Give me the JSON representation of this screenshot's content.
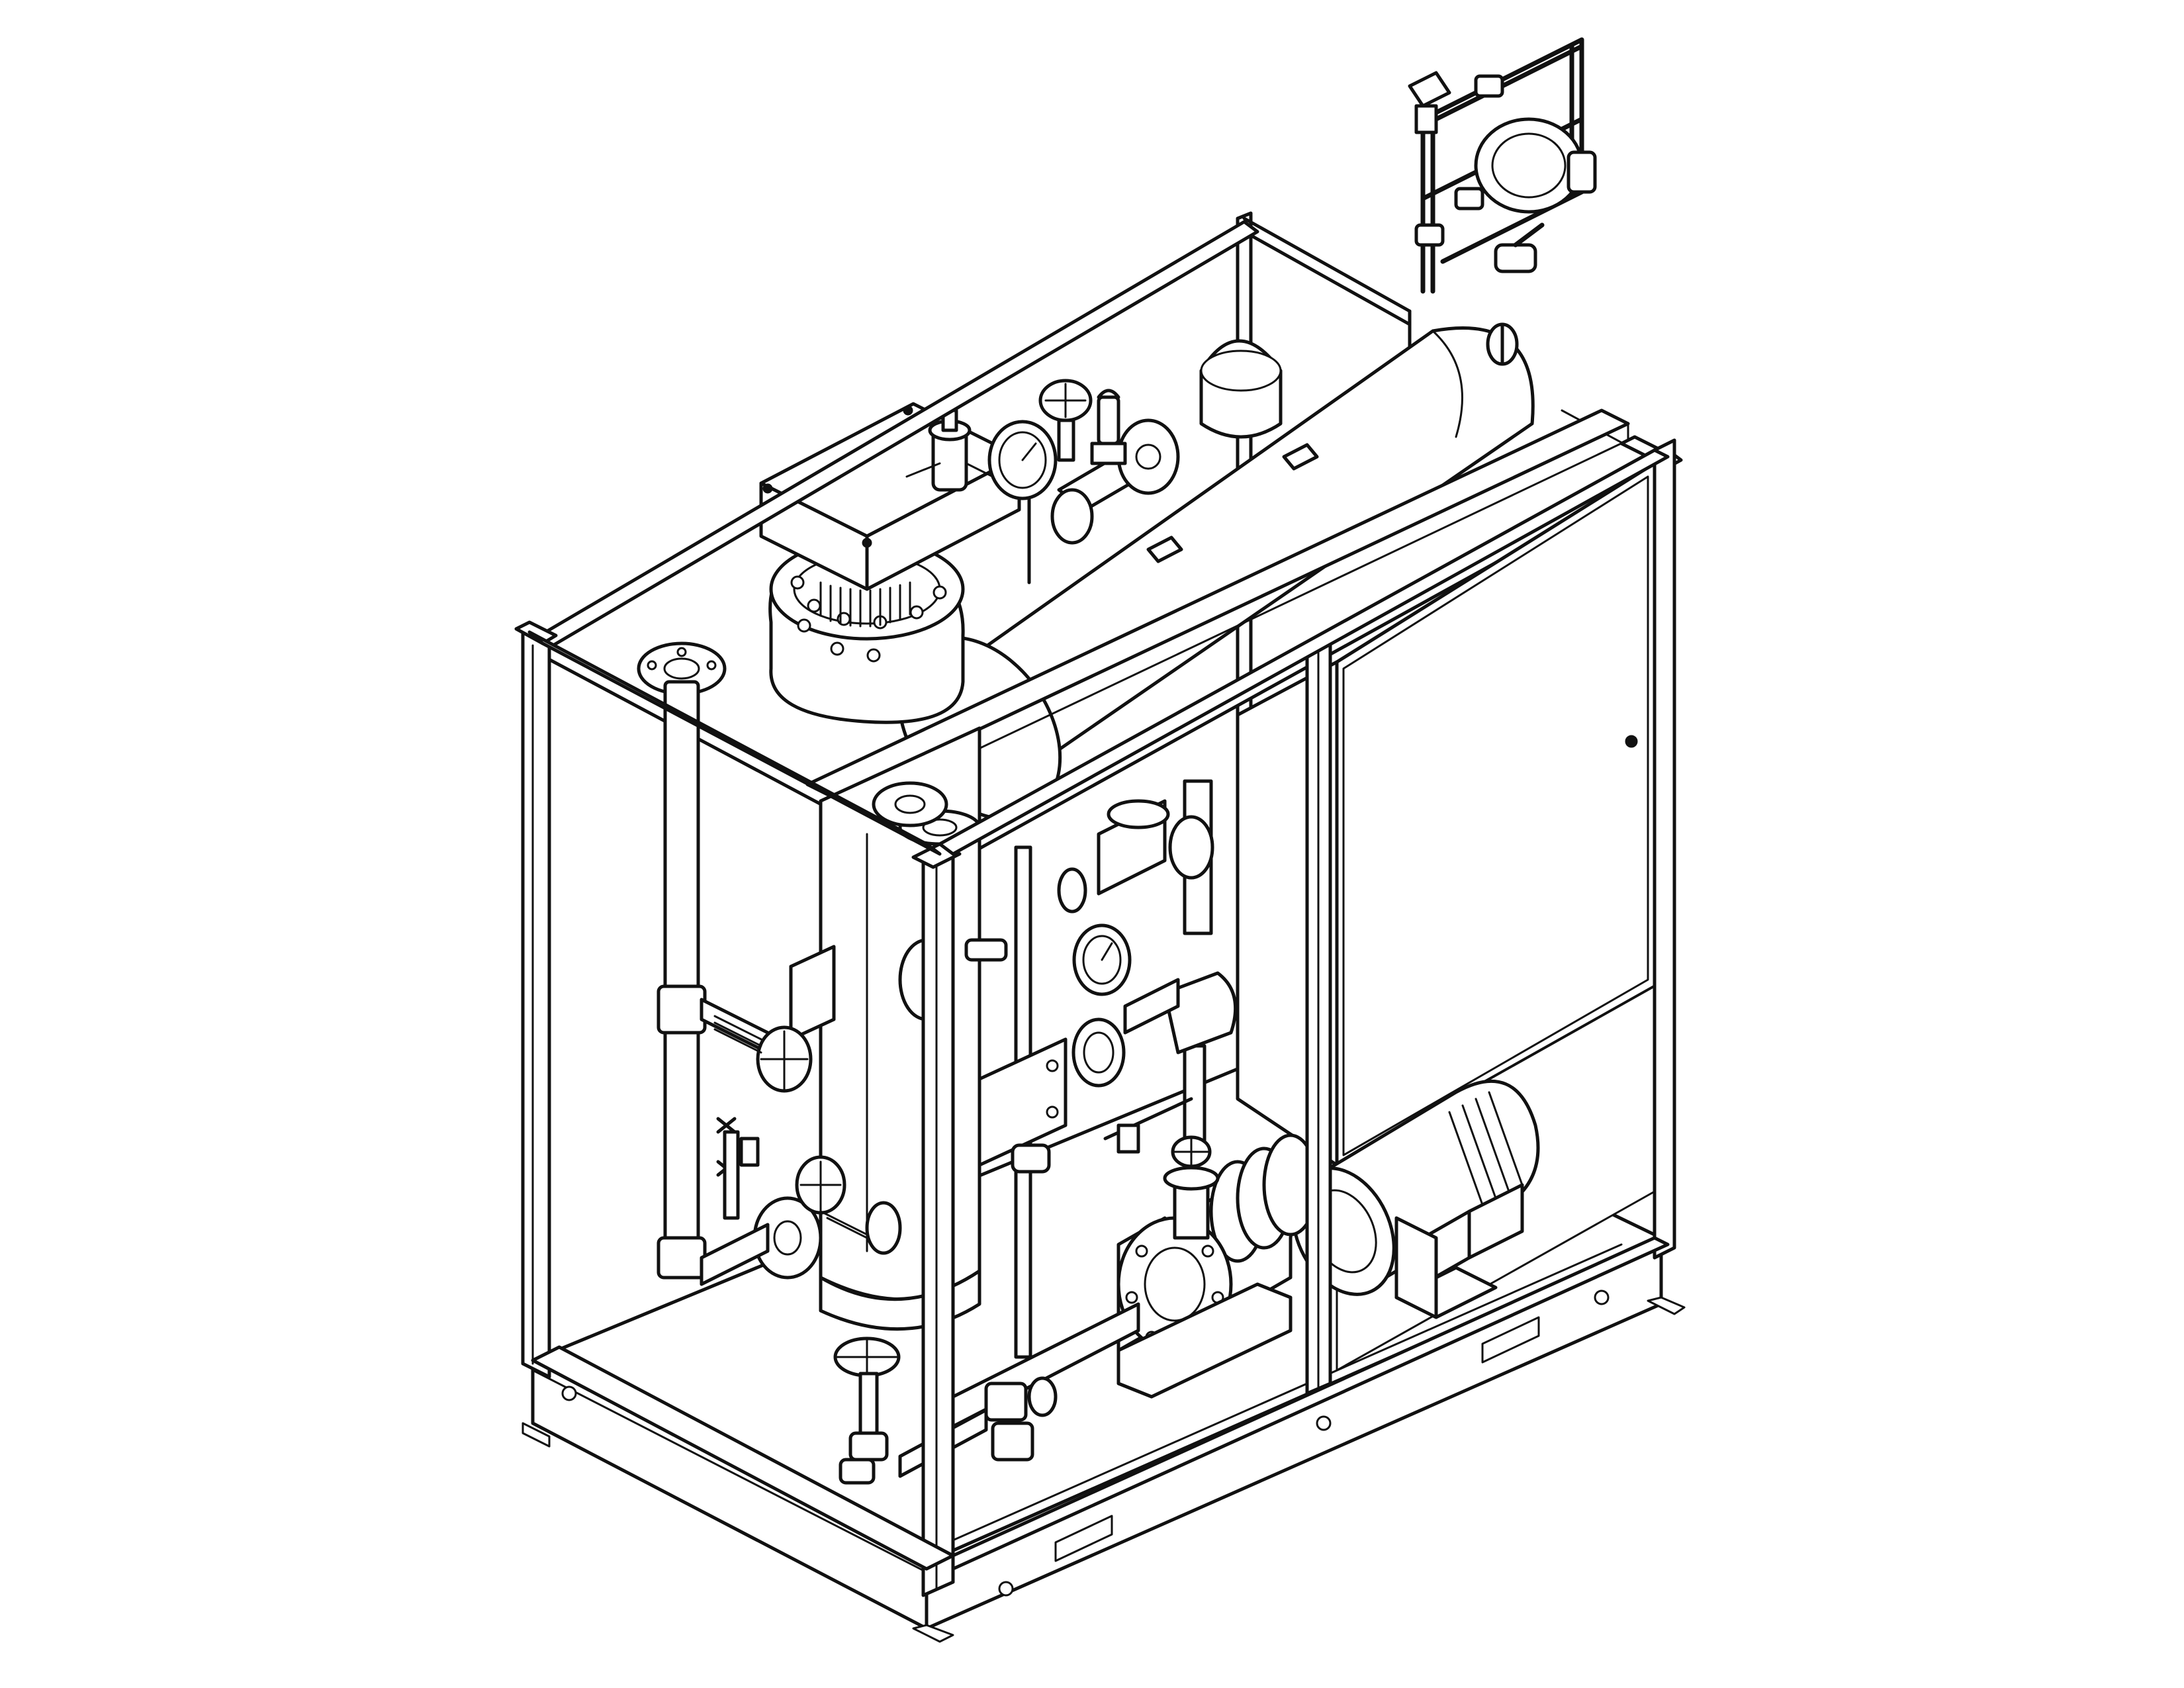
{
  "drawing": {
    "style": "isometric line drawing",
    "colors": {
      "line": "#111111",
      "background": "#ffffff"
    },
    "components": [
      "skid-frame",
      "base-pan",
      "vessel-tank",
      "expansion-drum",
      "flange-heater",
      "junction-box",
      "control-cabinet",
      "motor",
      "pump",
      "valve-handwheel",
      "pressure-gauge",
      "relief-valve",
      "pressure-reducer",
      "ball-valve",
      "pipework"
    ]
  }
}
